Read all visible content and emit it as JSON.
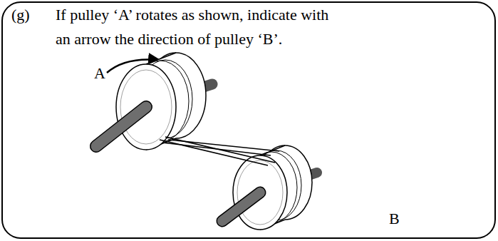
{
  "diagram": {
    "labels": [
      "(g)",
      "If pulley ‘A’ rotates as shown, indicate with an arrow the direction of pulley ‘B’.",
      "A",
      "B"
    ]
  }
}
